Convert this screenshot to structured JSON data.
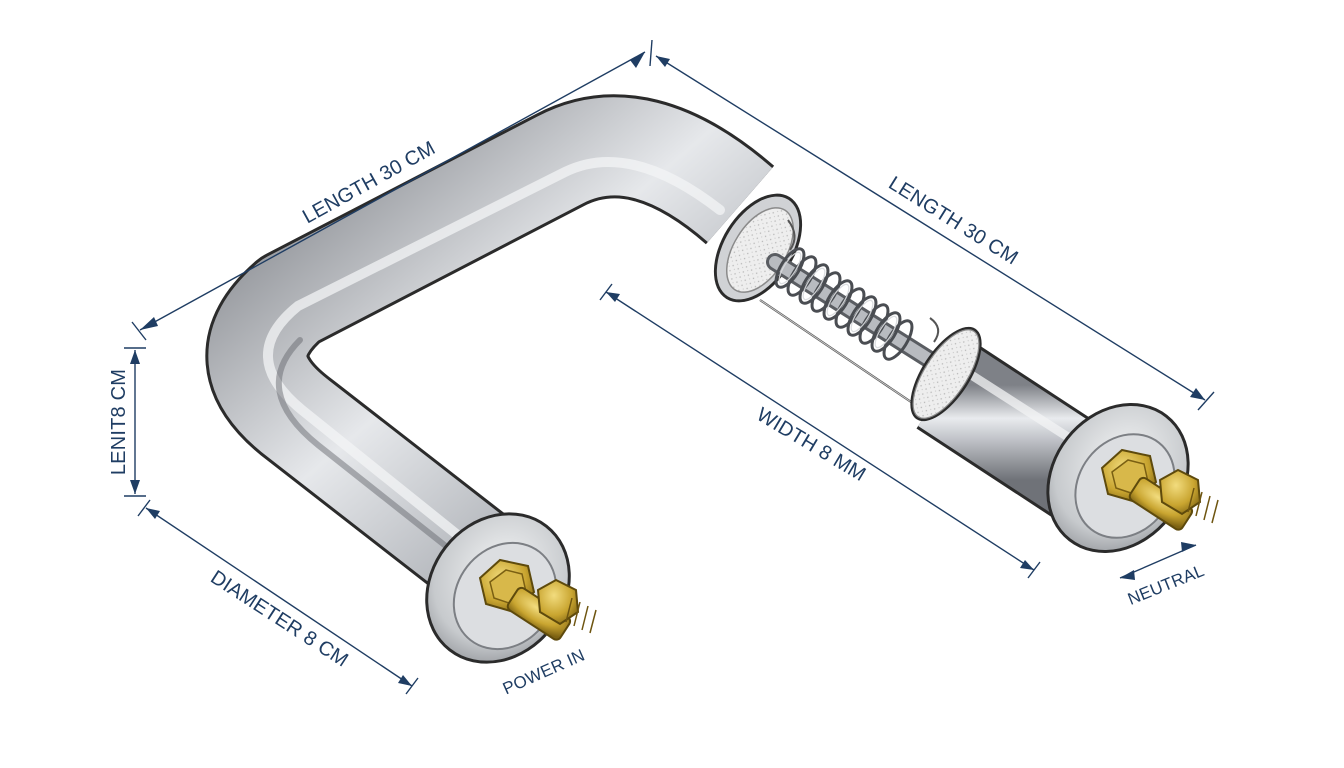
{
  "labels": {
    "length_top_left": "LENGTH 30 CM",
    "length_top_right": "LENGTH 30 CM",
    "left_side": "LENIT8 CM",
    "width_inner": "WIDTH  8 MM",
    "diameter": "DIAMETER 8 CM",
    "power_in": "POWER IN",
    "neutral": "NEUTRAL"
  },
  "colors": {
    "dimension": "#1f3d63",
    "steel": "#a9adb3",
    "brass": "#c9a530",
    "ceramic": "#e7e7e7"
  }
}
